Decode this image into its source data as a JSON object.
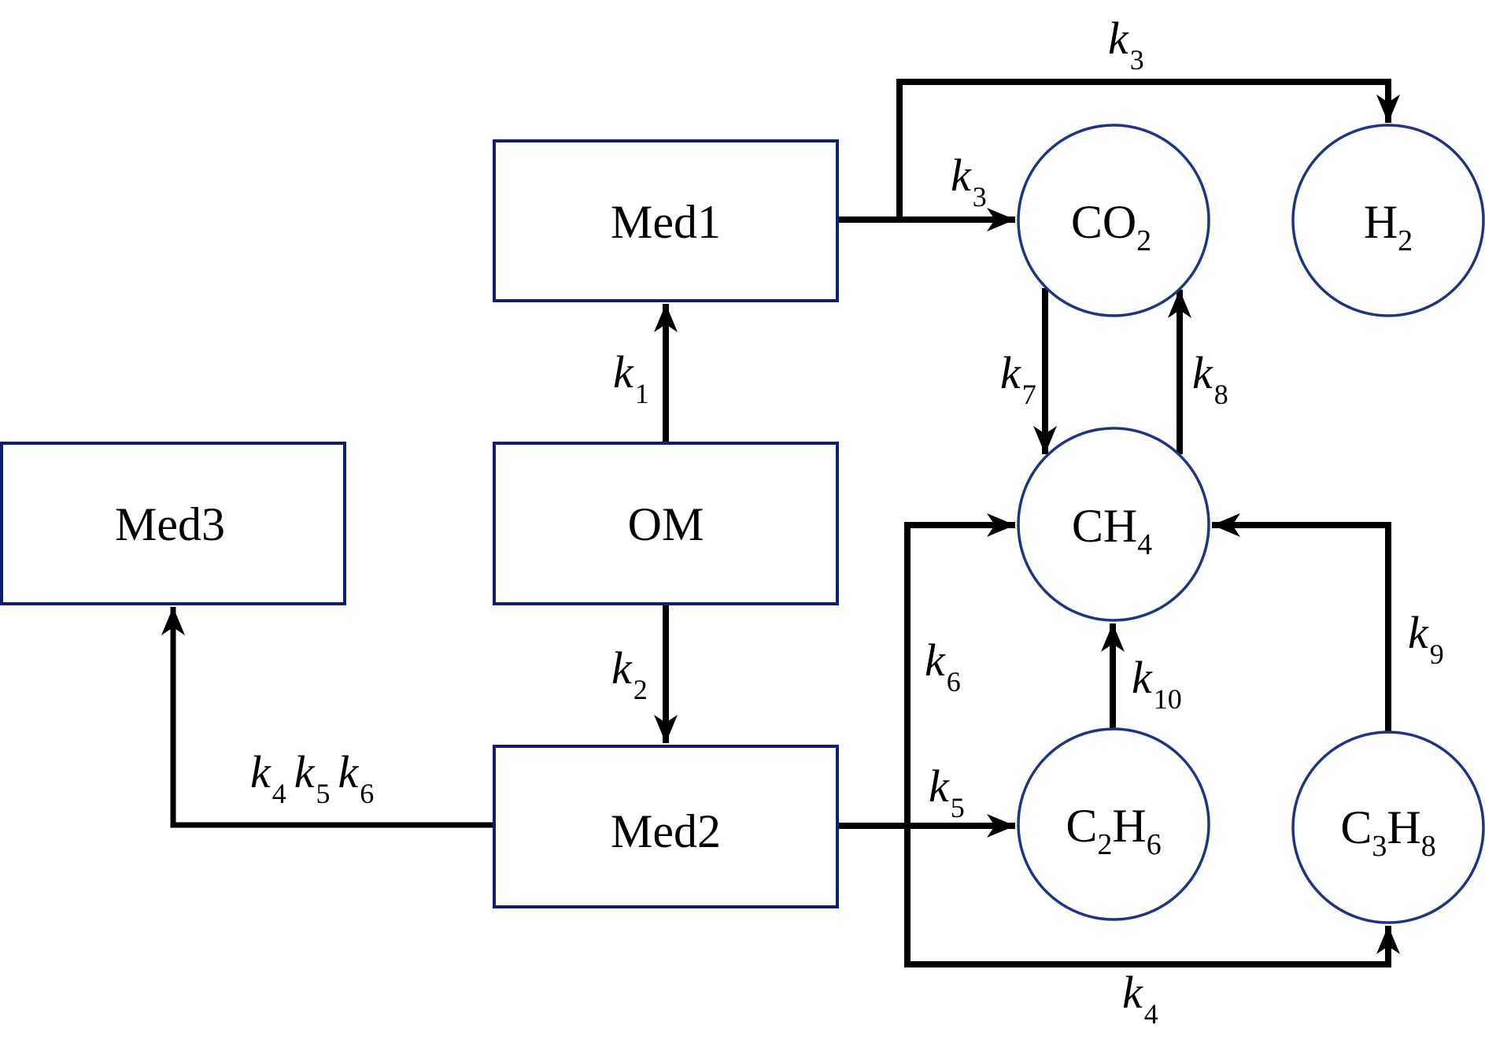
{
  "diagram": {
    "type": "reaction-network",
    "boxes": [
      {
        "id": "med1",
        "label": "Med1"
      },
      {
        "id": "om",
        "label": "OM"
      },
      {
        "id": "med2",
        "label": "Med2"
      },
      {
        "id": "med3",
        "label": "Med3"
      }
    ],
    "nodes": [
      {
        "id": "co2",
        "base": "CO",
        "sub": "2"
      },
      {
        "id": "h2",
        "base": "H",
        "sub": "2"
      },
      {
        "id": "ch4",
        "base": "CH",
        "sub": "4"
      },
      {
        "id": "c2h6",
        "parts": [
          {
            "t": "C"
          },
          {
            "s": "2"
          },
          {
            "t": "H"
          },
          {
            "s": "6"
          }
        ]
      },
      {
        "id": "c3h8",
        "parts": [
          {
            "t": "C"
          },
          {
            "s": "3"
          },
          {
            "t": "H"
          },
          {
            "s": "8"
          }
        ]
      }
    ],
    "rates": {
      "k1": {
        "sym": "k",
        "sub": "1"
      },
      "k2": {
        "sym": "k",
        "sub": "2"
      },
      "k3_top": {
        "sym": "k",
        "sub": "3"
      },
      "k3_co2": {
        "sym": "k",
        "sub": "3"
      },
      "k4_bottom": {
        "sym": "k",
        "sub": "4"
      },
      "k5_c2h6": {
        "sym": "k",
        "sub": "5"
      },
      "k6_ch4": {
        "sym": "k",
        "sub": "6"
      },
      "k7": {
        "sym": "k",
        "sub": "7"
      },
      "k8": {
        "sym": "k",
        "sub": "8"
      },
      "k9": {
        "sym": "k",
        "sub": "9"
      },
      "k10": {
        "sym": "k",
        "sub": "10"
      },
      "k456": [
        {
          "sym": "k",
          "sub": "4"
        },
        {
          "sym": "k",
          "sub": "5"
        },
        {
          "sym": "k",
          "sub": "6"
        }
      ]
    },
    "edges": [
      {
        "from": "om",
        "to": "med1",
        "rate": "k1"
      },
      {
        "from": "om",
        "to": "med2",
        "rate": "k2"
      },
      {
        "from": "med1",
        "to": "co2",
        "rate": "k3"
      },
      {
        "from": "med1",
        "to": "h2",
        "rate": "k3"
      },
      {
        "from": "med2",
        "to": "med3",
        "rate": "k4 k5 k6"
      },
      {
        "from": "med2",
        "to": "c2h6",
        "rate": "k5"
      },
      {
        "from": "med2",
        "to": "ch4",
        "rate": "k6"
      },
      {
        "from": "med2",
        "to": "c3h8",
        "rate": "k4"
      },
      {
        "from": "co2",
        "to": "ch4",
        "rate": "k7"
      },
      {
        "from": "ch4",
        "to": "co2",
        "rate": "k8"
      },
      {
        "from": "c3h8",
        "to": "ch4",
        "rate": "k9"
      },
      {
        "from": "c2h6",
        "to": "ch4",
        "rate": "k10"
      }
    ],
    "colors": {
      "box_border": "#0f1f6e",
      "node_border": "#1f3582",
      "edge": "#000000"
    }
  }
}
